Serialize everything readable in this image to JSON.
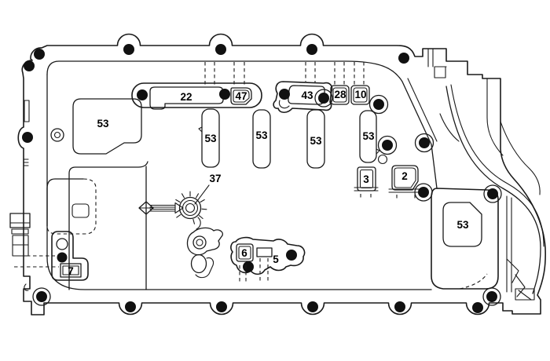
{
  "figure": {
    "type": "technical-line-diagram",
    "subject": "Transmission case side cover with numbered part callouts",
    "colors": {
      "background": "#ffffff",
      "line": "#1a1a1a"
    },
    "callouts": {
      "n22": "22",
      "n47": "47",
      "n43": "43",
      "n28": "28",
      "n10": "10",
      "n53": "53",
      "n37": "37",
      "n3": "3",
      "n2": "2",
      "n7": "7",
      "n6": "6",
      "n5": "5"
    },
    "callout_53_instances": 6
  }
}
